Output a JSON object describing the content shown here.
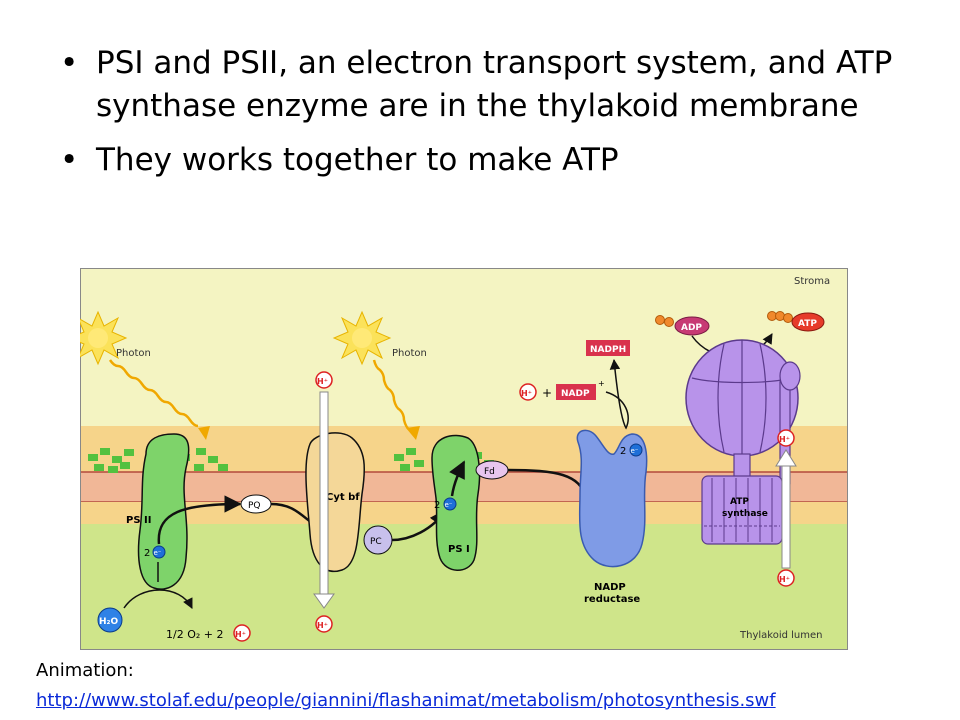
{
  "slide": {
    "bullets": [
      "PSI and PSII, an electron transport system, and ATP synthase enzyme are in the thylakoid membrane",
      "They works together to make ATP"
    ],
    "caption": {
      "label": "Animation:",
      "link_text": "http://www.stolaf.edu/people/giannini/flashanimat/metabolism/photosynthesis.swf"
    }
  },
  "diagram": {
    "stroma_label": "Stroma",
    "lumen_label": "Thylakoid lumen",
    "photon_1": "Photon",
    "photon_2": "Photon",
    "psii": "PS II",
    "cytbf": "Cyt bf",
    "psi": "PS I",
    "pq": "PQ",
    "pc": "PC",
    "fd": "Fd",
    "nadp_reductase_1": "NADP",
    "nadp_reductase_2": "reductase",
    "atp_synthase_1": "ATP",
    "atp_synthase_2": "synthase",
    "nadph": "NADPH",
    "nadp": "NADP",
    "adp": "ADP",
    "atp": "ATP",
    "h2o": "H₂O",
    "o2_reaction": "1/2 O₂ + 2",
    "hplus": "H⁺",
    "plus": "+",
    "two": "2",
    "electron": "e⁻",
    "colors": {
      "stroma": "#f4f4c2",
      "membrane_head": "#f6d48a",
      "membrane_core": "#f1b797",
      "lumen": "#cfe58a",
      "protein_green": "#7ed36a",
      "cyt": "#f4d798",
      "reductase": "#7f9be6",
      "synthase": "#b893ea",
      "link": "#0b2ad8"
    }
  }
}
